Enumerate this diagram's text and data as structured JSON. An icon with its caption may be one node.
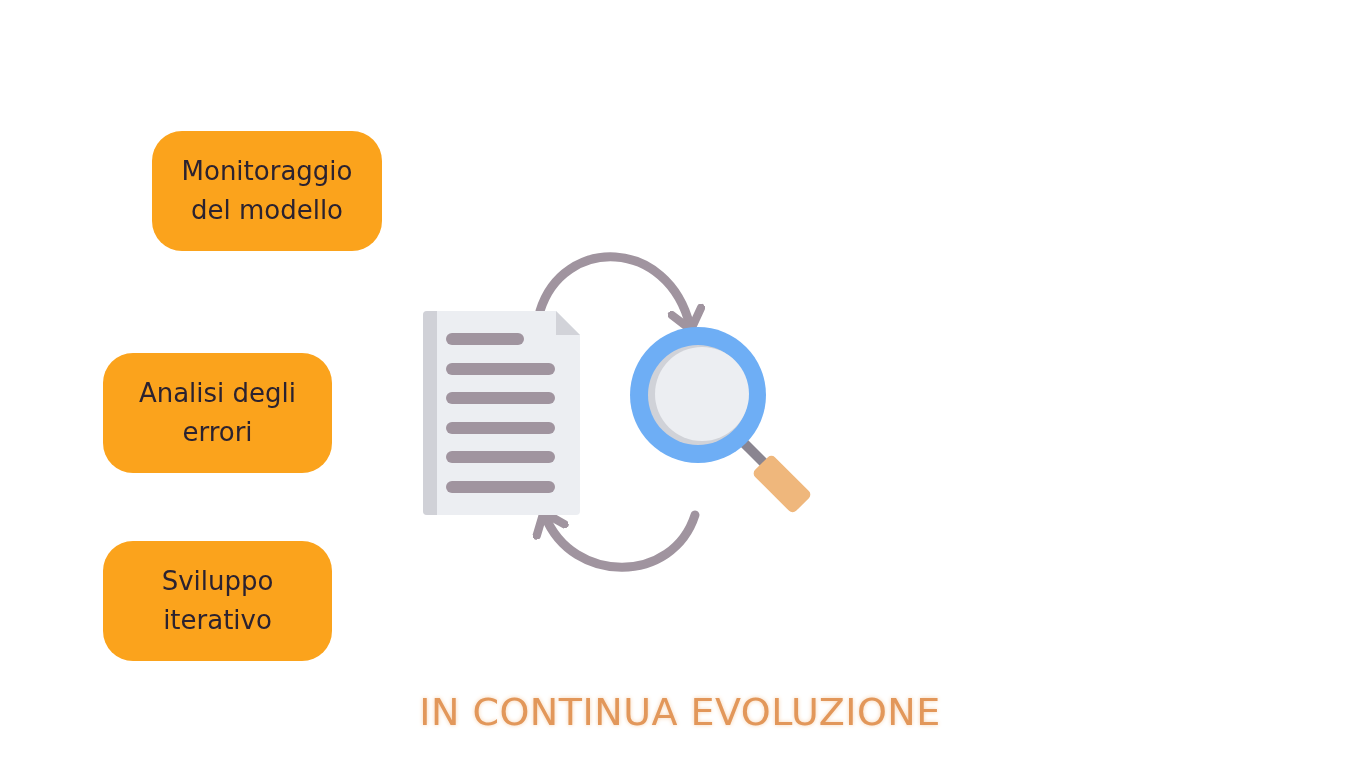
{
  "diagram": {
    "caption": "IN CONTINUA EVOLUZIONE",
    "nodes": [
      {
        "text": [
          "Monitoraggio del modello"
        ]
      },
      {
        "text": [
          "Analisi degli errori"
        ]
      },
      {
        "text": [
          "Sviluppo iterativo"
        ]
      },
      {
        "text": [],
        "shape": "picture"
      },
      {
        "text": [],
        "shape": "picture"
      }
    ],
    "edges": [
      {
        "from": 3,
        "to": 4,
        "arrow": "to"
      },
      {
        "from": 4,
        "to": 3,
        "arrow": "to"
      }
    ]
  }
}
